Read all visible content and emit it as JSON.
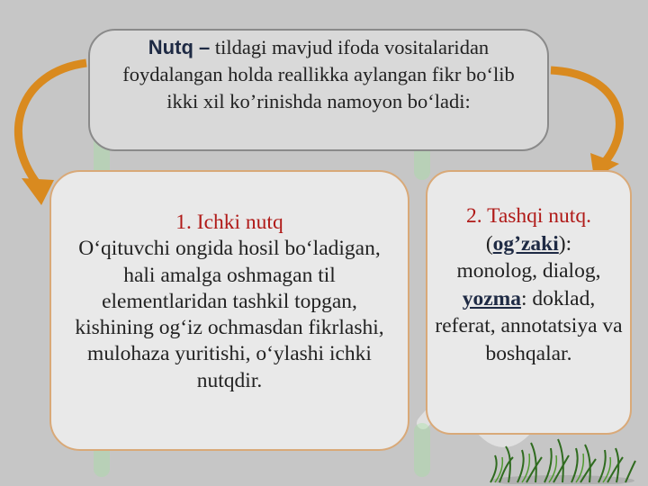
{
  "top": {
    "lead": "Nutq –",
    "text": " tildagi mavjud ifoda vositalaridan foydalangan holda reallikka aylangan fikr bo‘lib ikki xil ko’rinishda namoyon bo‘ladi:"
  },
  "left": {
    "heading": "1. Ichki nutq",
    "body": "O‘qituvchi ongida hosil bo‘ladigan, hali amalga oshmagan til elementlaridan tashkil topgan, kishining og‘iz ochmasdan fikrlashi, mulohaza yuritishi, o‘ylashi ichki nutqdir."
  },
  "right": {
    "heading": "2. Tashqi nutq.",
    "open_paren": "(",
    "oral_label": "og’zaki",
    "oral_suffix": "):",
    "oral_items": "monolog, dialog,",
    "written_label": "yozma",
    "written_items": ": doklad, referat, annotatsiya va boshqalar."
  },
  "colors": {
    "background": "#c6c6c6",
    "arrow": "#d98a1f",
    "heading_red": "#b01a18",
    "box_border": "#d9a978"
  },
  "icons": [
    "curved-arrow-left",
    "curved-arrow-right",
    "grass-decoration",
    "watermark-logo"
  ]
}
